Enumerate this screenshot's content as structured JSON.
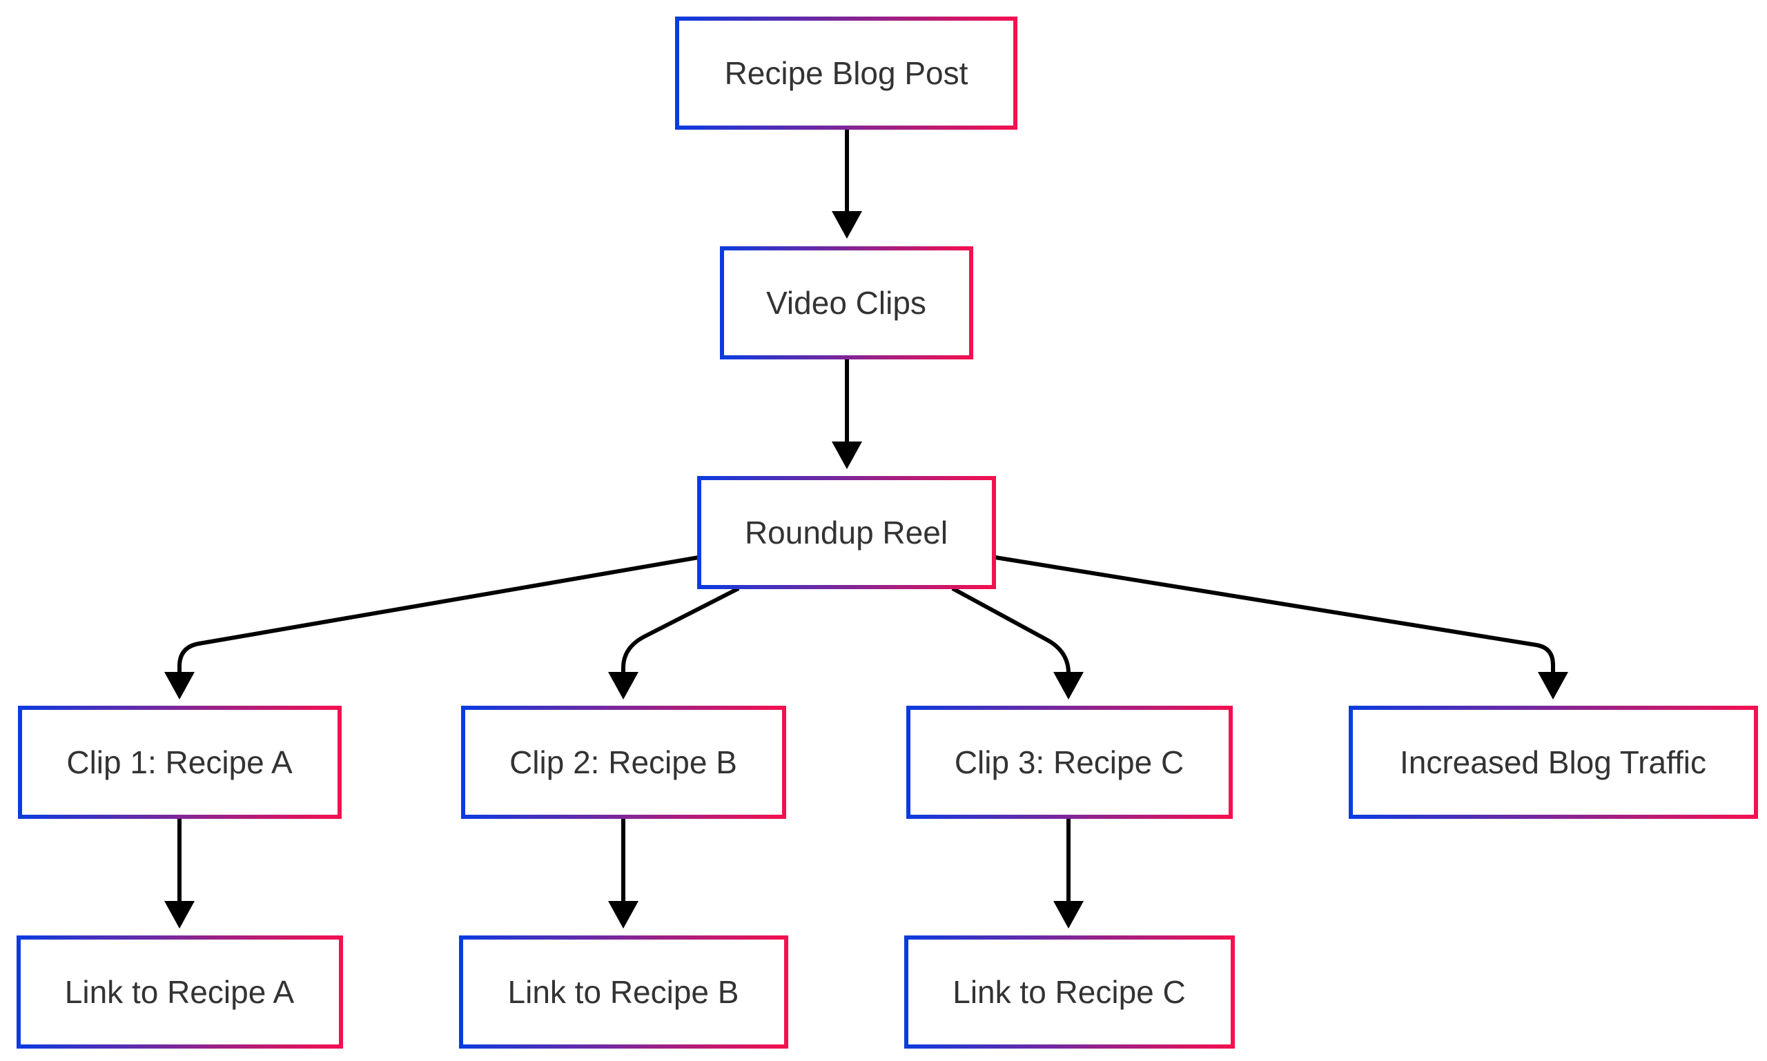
{
  "diagram": {
    "type": "flowchart",
    "border_gradient": [
      "#0b3be0",
      "#f5104f"
    ],
    "nodes": [
      {
        "id": "blog",
        "label": "Recipe Blog Post"
      },
      {
        "id": "clips",
        "label": "Video Clips"
      },
      {
        "id": "reel",
        "label": "Roundup Reel"
      },
      {
        "id": "clip1",
        "label": "Clip 1: Recipe A"
      },
      {
        "id": "clip2",
        "label": "Clip 2: Recipe B"
      },
      {
        "id": "clip3",
        "label": "Clip 3: Recipe C"
      },
      {
        "id": "traffic",
        "label": "Increased Blog Traffic"
      },
      {
        "id": "link_a",
        "label": "Link to Recipe A"
      },
      {
        "id": "link_b",
        "label": "Link to Recipe B"
      },
      {
        "id": "link_c",
        "label": "Link to Recipe C"
      }
    ],
    "edges": [
      {
        "from": "blog",
        "to": "clips"
      },
      {
        "from": "clips",
        "to": "reel"
      },
      {
        "from": "reel",
        "to": "clip1"
      },
      {
        "from": "reel",
        "to": "clip2"
      },
      {
        "from": "reel",
        "to": "clip3"
      },
      {
        "from": "reel",
        "to": "traffic"
      },
      {
        "from": "clip1",
        "to": "link_a"
      },
      {
        "from": "clip2",
        "to": "link_b"
      },
      {
        "from": "clip3",
        "to": "link_c"
      }
    ]
  }
}
